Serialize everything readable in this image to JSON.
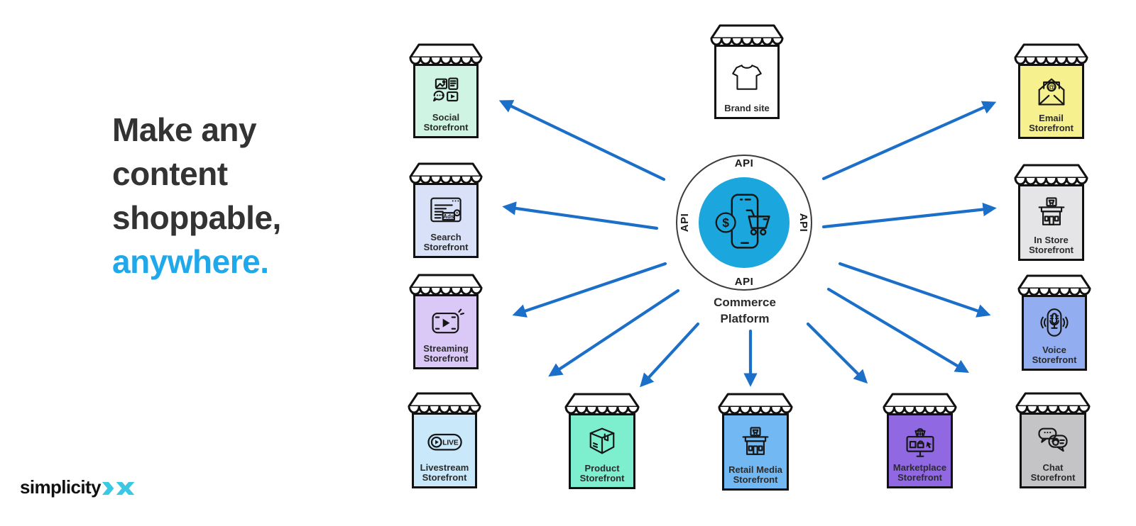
{
  "headline": {
    "line1": "Make any",
    "line2": "content",
    "line3": "shoppable,",
    "accent": "anywhere."
  },
  "logo": {
    "text": "simplicity",
    "mark": "DX"
  },
  "hub": {
    "api": "API",
    "label": "Commerce Platform"
  },
  "storefronts": [
    {
      "id": "social",
      "label": "Social Storefront",
      "color": "#cff4e4"
    },
    {
      "id": "search",
      "label": "Search Storefront",
      "color": "#d8e1f8"
    },
    {
      "id": "streaming",
      "label": "Streaming Storefront",
      "color": "#dac9f6"
    },
    {
      "id": "livestream",
      "label": "Livestream Storefront",
      "color": "#c9e9fa"
    },
    {
      "id": "brand_site",
      "label": "Brand site",
      "color": "#ffffff"
    },
    {
      "id": "product",
      "label": "Product Storefront",
      "color": "#7deece"
    },
    {
      "id": "retail_media",
      "label": "Retail Media Storefront",
      "color": "#72b9f4"
    },
    {
      "id": "marketplace",
      "label": "Marketplace Storefront",
      "color": "#9069e2"
    },
    {
      "id": "chat",
      "label": "Chat Storefront",
      "color": "#c4c3c6"
    },
    {
      "id": "voice",
      "label": "Voice Storefront",
      "color": "#93aef0"
    },
    {
      "id": "in_store",
      "label": "In Store Storefront",
      "color": "#e5e5e7"
    },
    {
      "id": "email",
      "label": "Email Storefront",
      "color": "#f6f08e"
    }
  ],
  "livestream_icon_text": "LIVE",
  "ads_icon_text": "Ads",
  "colors": {
    "headline_dark": "#333333",
    "headline_accent": "#1fa9ea",
    "arrow_blue": "#1c6fc9",
    "hub_blue": "#1ca6de",
    "logo_cyan": "#3bc8e3",
    "label_dark": "#2b2b2b"
  }
}
